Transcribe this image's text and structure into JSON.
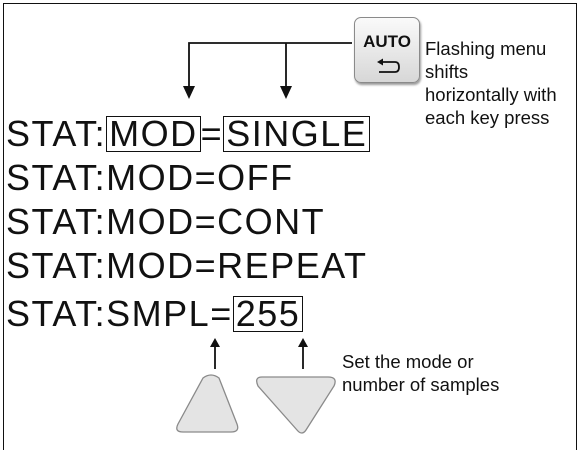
{
  "display_lines": [
    {
      "prefix": "STAT:",
      "field": "MOD",
      "equals": "=",
      "value": "SINGLE"
    },
    {
      "text": "STAT:MOD=OFF"
    },
    {
      "text": "STAT:MOD=CONT"
    },
    {
      "text": "STAT:MOD=REPEAT"
    },
    {
      "prefix": "STAT:SMPL=",
      "value": "255"
    }
  ],
  "auto_key": {
    "label": "AUTO",
    "glyph": "return-arrow-icon"
  },
  "notes": {
    "auto": [
      "Flashing menu",
      "shifts",
      "horizontally with",
      "each key press"
    ],
    "updown": [
      "Set the mode or",
      "number of samples"
    ]
  },
  "keys": {
    "up": "up-arrow-key",
    "down": "down-arrow-key"
  },
  "colors": {
    "line": "#111111",
    "key_fill": "#e4e4e4",
    "key_stroke": "#8a8a8a"
  }
}
